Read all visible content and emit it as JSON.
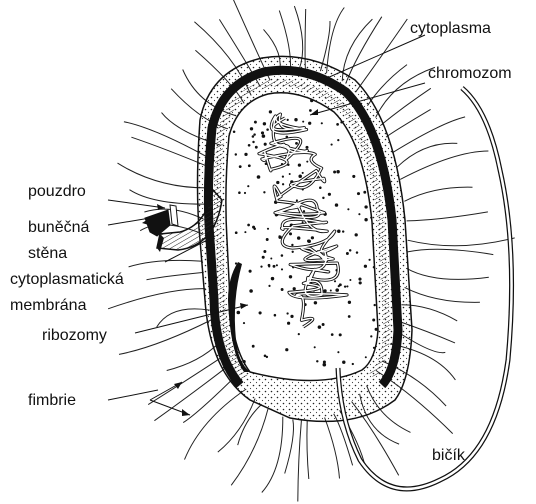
{
  "diagram": {
    "labels": {
      "cytoplasma": "cytoplasma",
      "chromozom": "chromozom",
      "pouzdro": "pouzdro",
      "bunecna": "buněčná",
      "stena": "stěna",
      "cytoplasmaticka": "cytoplasmatická",
      "membrana": "membrána",
      "ribozomy": "ribozomy",
      "fimbrie": "fimbrie",
      "bicik": "bičík"
    },
    "colors": {
      "ink": "#111111",
      "background": "#ffffff"
    }
  }
}
